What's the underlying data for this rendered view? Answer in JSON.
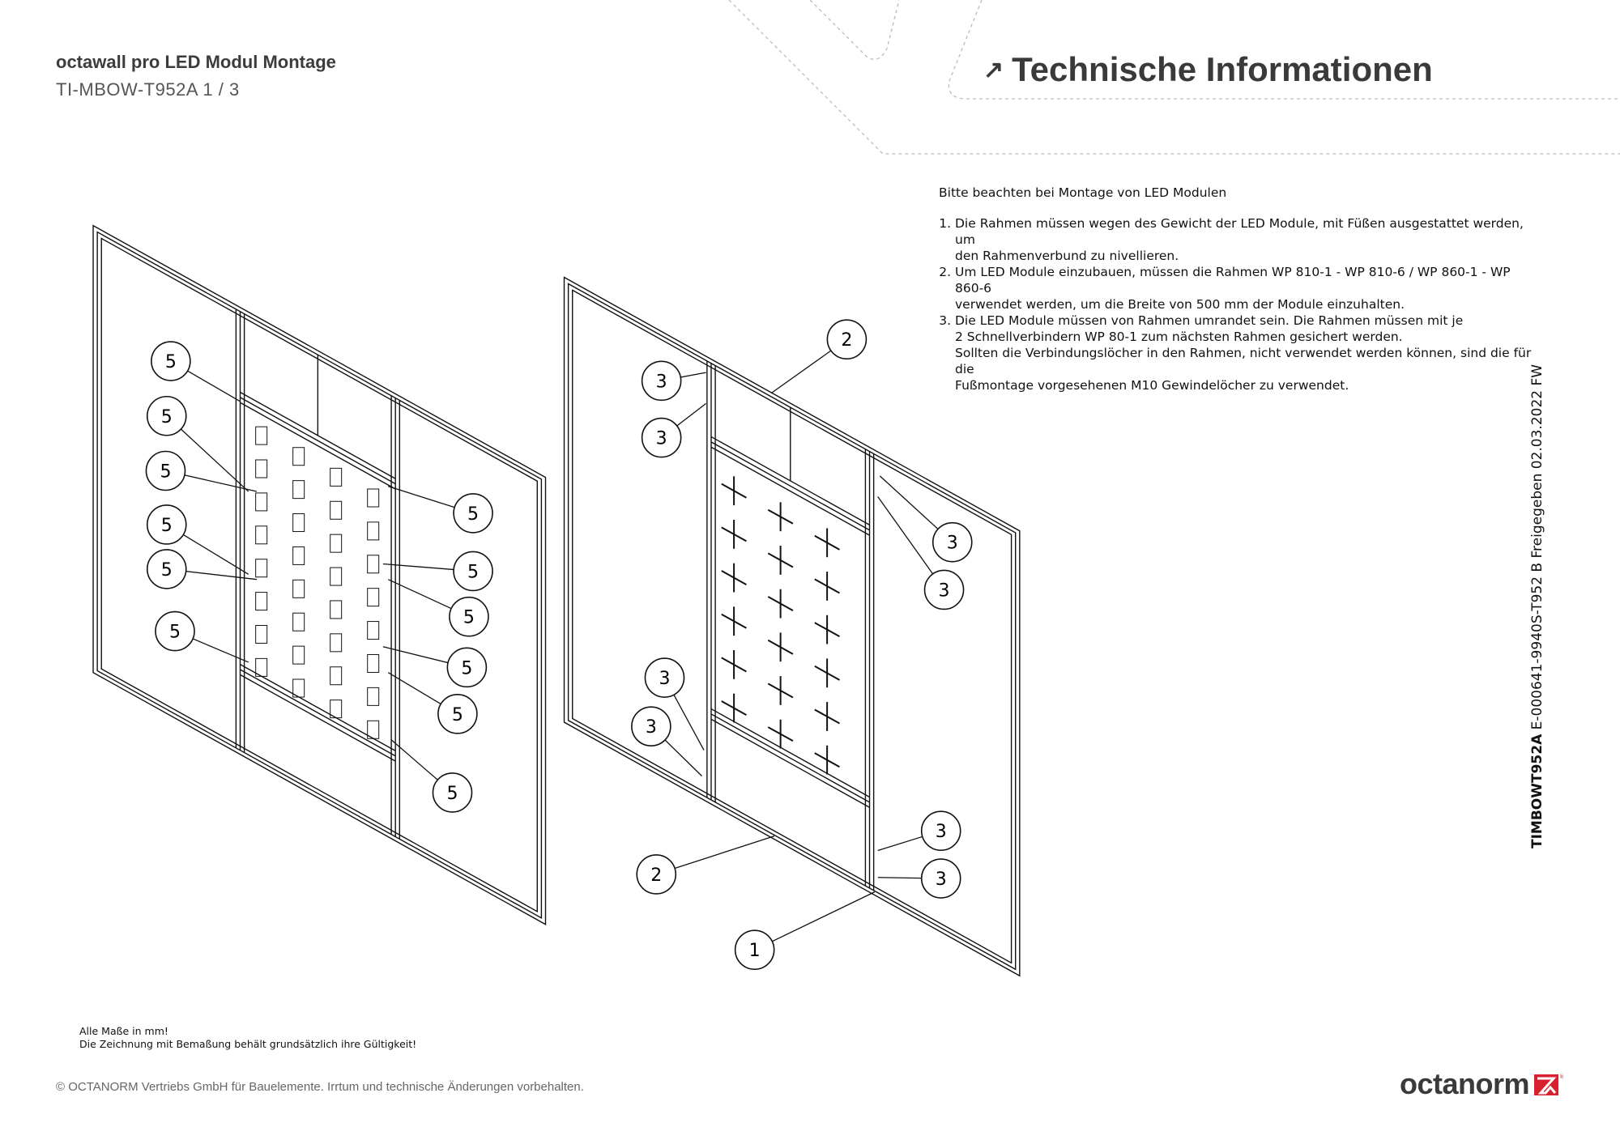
{
  "header": {
    "title": "octawall pro LED Modul Montage",
    "doc_number": "TI-MBOW-T952A   1 / 3",
    "section_title": "Technische Informationen",
    "section_icon": "arrow-up-right-icon"
  },
  "notes": {
    "intro": "Bitte beachten bei Montage von LED Modulen",
    "items": [
      {
        "lines": [
          "Die Rahmen müssen wegen des Gewicht der LED Module, mit Füßen ausgestattet werden, um",
          "den Rahmenverbund zu nivellieren."
        ]
      },
      {
        "lines": [
          "Um LED Module einzubauen, müssen die Rahmen WP 810-1 - WP 810-6 / WP 860-1 - WP 860-6",
          "verwendet werden, um die Breite von 500 mm der Module einzuhalten."
        ]
      },
      {
        "lines": [
          "Die LED Module müssen von Rahmen umrandet sein. Die Rahmen müssen mit je",
          "2 Schnellverbindern WP 80-1 zum nächsten Rahmen gesichert werden.",
          "Sollten die Verbindungslöcher in den Rahmen, nicht verwendet werden können, sind die für die",
          "Fußmontage vorgesehenen M10 Gewindelöcher zu verwendet."
        ]
      }
    ]
  },
  "side_label": {
    "code": "TIMBOWT952A",
    "rest": "E-000641-9940S-T952 B Freigegeben 02.03.2022 FW"
  },
  "drawing": {
    "left_callouts": [
      "5",
      "5",
      "5",
      "5",
      "5",
      "5",
      "5",
      "5",
      "5",
      "5",
      "5",
      "5"
    ],
    "right_callouts": [
      "2",
      "3",
      "3",
      "3",
      "3",
      "3",
      "3",
      "3",
      "3",
      "2",
      "1"
    ]
  },
  "footer": {
    "note1": "Alle Maße in mm!",
    "note2": "Die Zeichnung mit Bemaßung behält grundsätzlich ihre Gültigkeit!",
    "copyright": "© OCTANORM Vertriebs GmbH für Bauelemente. Irrtum und technische Änderungen vorbehalten.",
    "logo_text": "octanorm",
    "brand_color": "#d9202f"
  }
}
